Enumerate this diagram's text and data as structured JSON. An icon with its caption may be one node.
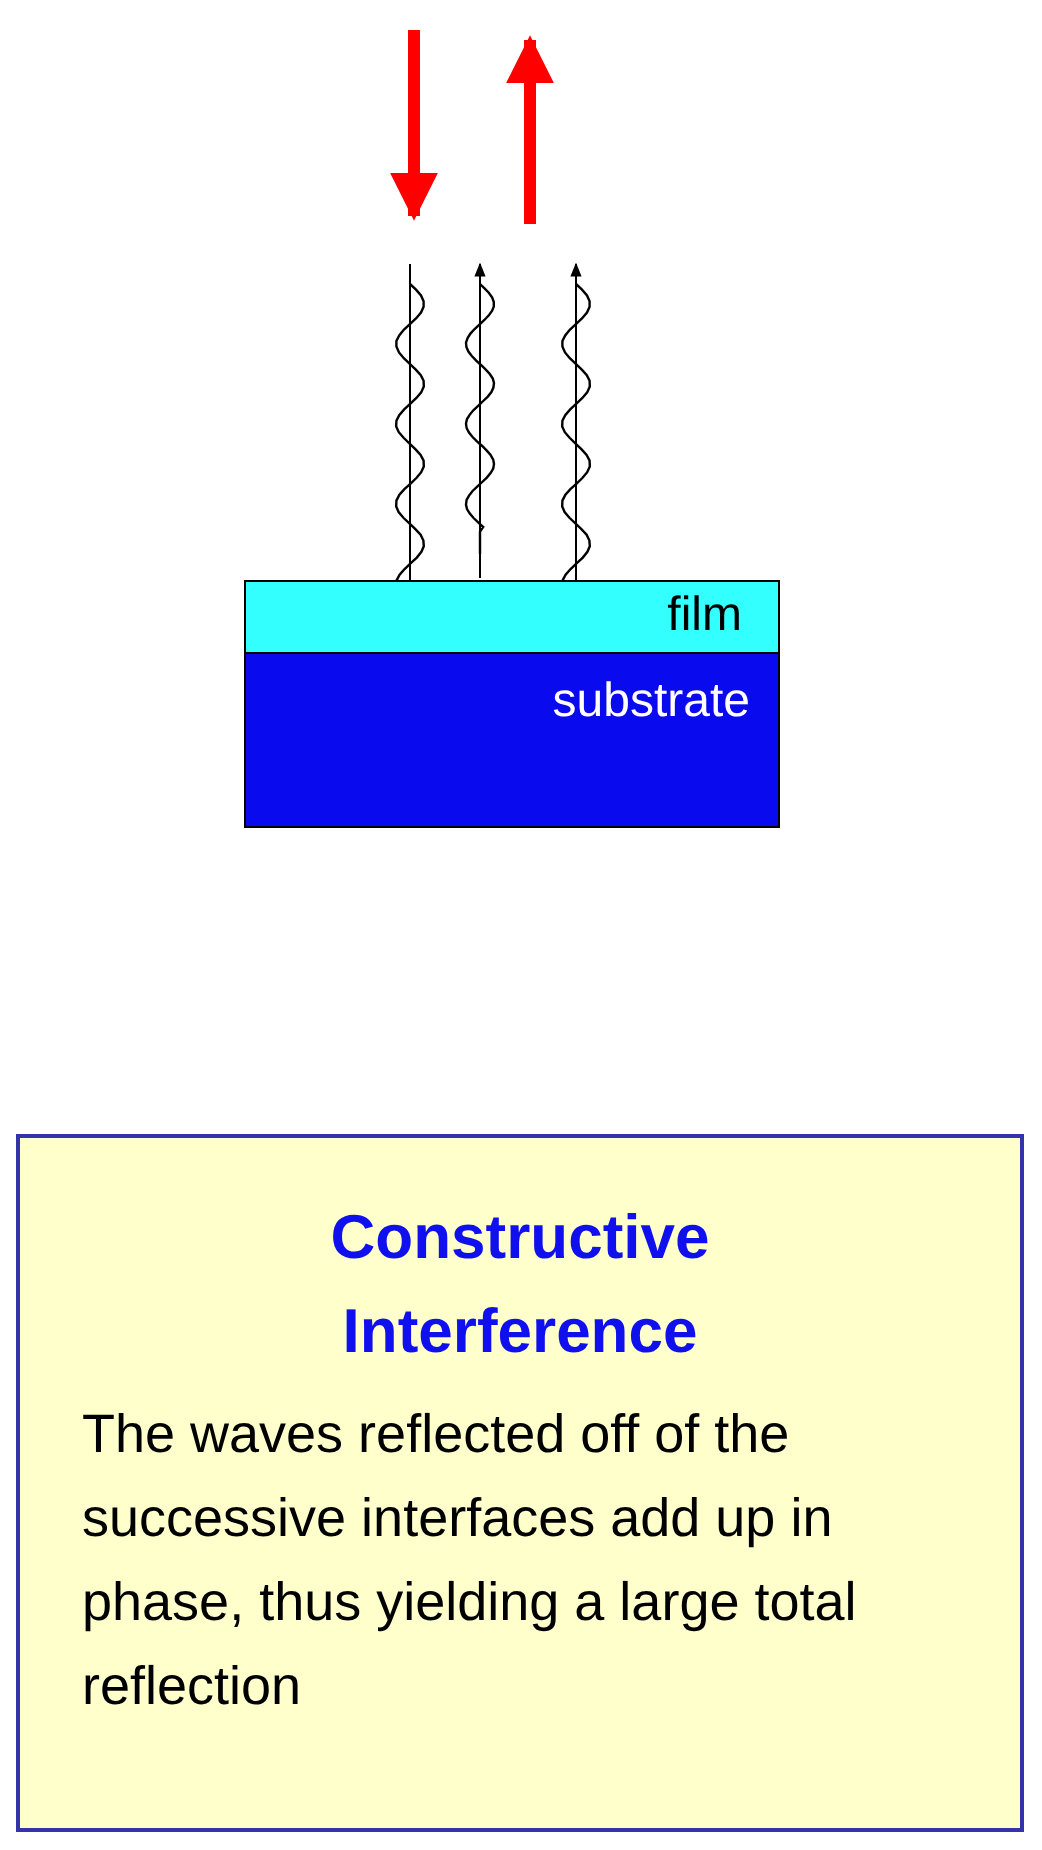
{
  "diagram": {
    "nodes": [
      {
        "text": [
          "film"
        ]
      },
      {
        "text": [
          "substrate"
        ]
      },
      {
        "text": [
          "Constructive Interference",
          "The waves reflected off of the successive interfaces add up in phase, thus yielding a large total reflection"
        ]
      }
    ],
    "edges": [
      {
        "from": null,
        "to": 1,
        "arrow": "to"
      },
      {
        "from": 0,
        "to": null,
        "arrow": "to"
      },
      {
        "from": 1,
        "to": null,
        "arrow": "to"
      }
    ]
  }
}
